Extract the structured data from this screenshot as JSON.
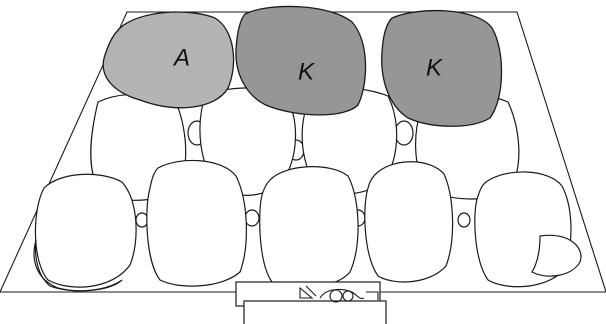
{
  "colors": {
    "background": "#ffffff",
    "outline": "#1a1a1a",
    "light_gray_log": "#b4b4b4",
    "dark_gray_log": "#969696",
    "white_log": "#ffffff"
  },
  "marked_logs": [
    {
      "label": "A",
      "color": "#b4b4b4"
    },
    {
      "label": "K",
      "color": "#969696"
    },
    {
      "label": "K",
      "color": "#969696"
    }
  ],
  "icons": [
    "burner-control-icon"
  ]
}
